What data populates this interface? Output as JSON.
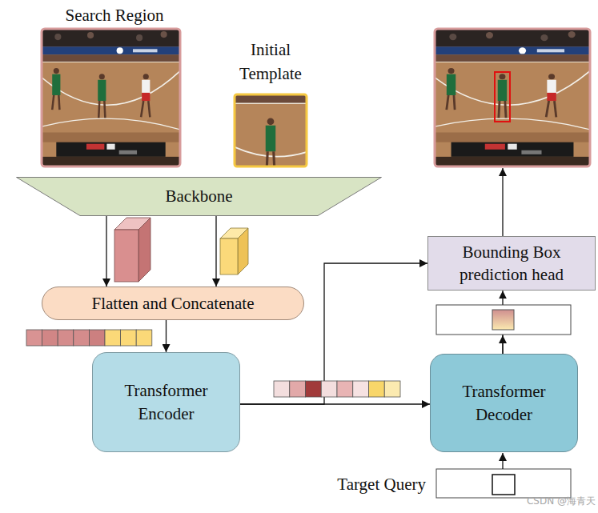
{
  "diagram": {
    "nodes": [
      {
        "text": [
          "Backbone"
        ]
      },
      {
        "text": [
          "Flatten and Concatenate"
        ]
      },
      {
        "text": [
          "Transformer Encoder"
        ]
      },
      {
        "text": [
          "Transformer Decoder"
        ]
      },
      {
        "text": [
          "Bounding Box prediction head"
        ]
      }
    ],
    "edges": [
      {
        "from": 0,
        "to": 1,
        "arrow": "to"
      },
      {
        "from": 0,
        "to": 1,
        "arrow": "to"
      },
      {
        "from": 1,
        "to": 2,
        "arrow": "to"
      },
      {
        "from": 2,
        "to": 3,
        "arrow": "to"
      },
      {
        "from": 2,
        "to": 4,
        "arrow": "to"
      },
      {
        "from": 3,
        "to": 4,
        "arrow": "to"
      }
    ],
    "labels": [
      "Search Region",
      "Initial Template",
      "Target Query",
      "CSDN @海青天"
    ]
  }
}
